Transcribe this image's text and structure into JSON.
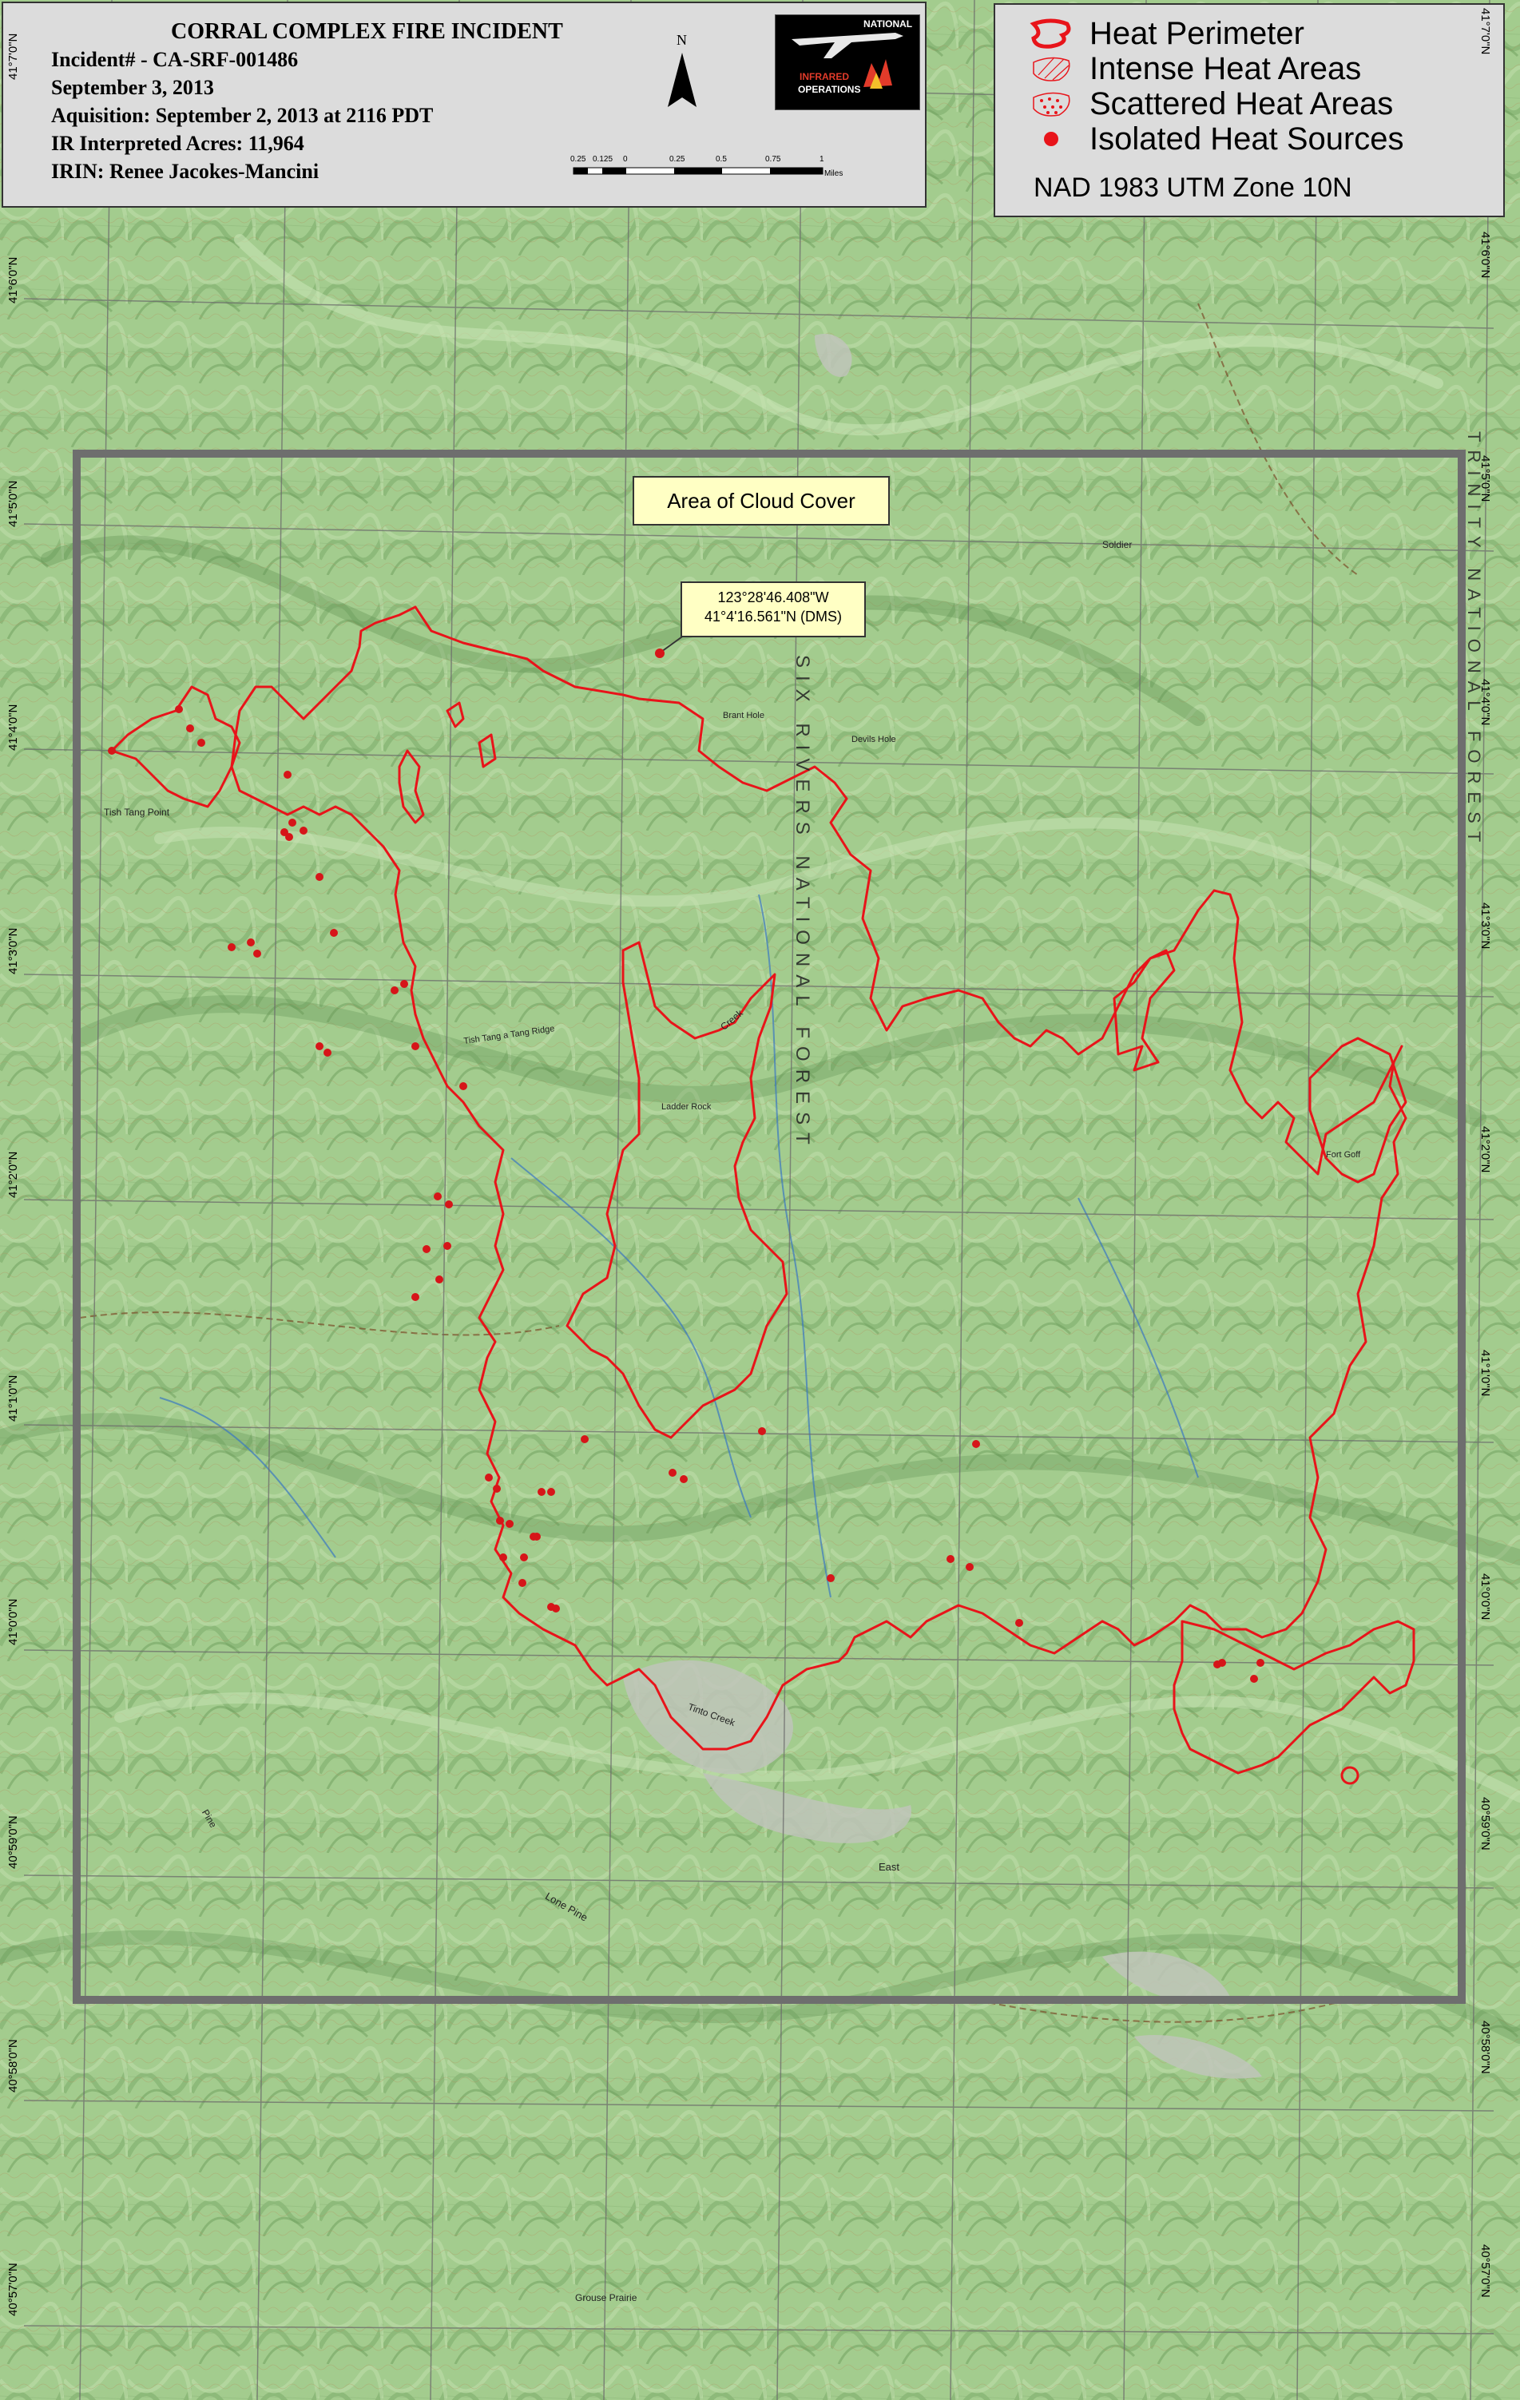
{
  "header": {
    "title": "CORRAL COMPLEX FIRE INCIDENT",
    "lines": [
      "Incident# - CA-SRF-001486",
      "September 3, 2013",
      "Aquisition: September 2, 2013 at 2116 PDT",
      "IR Interpreted Acres: 11,964",
      "IRIN: Renee Jacokes-Mancini"
    ],
    "north_label": "N",
    "logo": {
      "top_text": "NATIONAL",
      "middle_text": "INFRARED",
      "bottom_text": "OPERATIONS"
    },
    "scale": {
      "ticks": [
        "0.25",
        "0.125",
        "0",
        "0.25",
        "0.5",
        "0.75",
        "1"
      ],
      "unit": "Miles"
    }
  },
  "legend": {
    "items": [
      {
        "label": "Heat Perimeter",
        "symbol": "perimeter-icon"
      },
      {
        "label": "Intense Heat Areas",
        "symbol": "hatched-area-icon"
      },
      {
        "label": "Scattered Heat Areas",
        "symbol": "dotted-area-icon"
      },
      {
        "label": "Isolated Heat Sources",
        "symbol": "heat-point-icon"
      }
    ],
    "crs": "NAD 1983 UTM Zone 10N",
    "perimeter_color": "#e8141a"
  },
  "annotations": {
    "cloud_cover": "Area of Cloud Cover",
    "callout_lon": "123°28'46.408\"W",
    "callout_lat": "41°4'16.561\"N (DMS)"
  },
  "graticule": {
    "lat_labels": [
      "41°7'0\"N",
      "41°6'0\"N",
      "41°5'0\"N",
      "41°4'0\"N",
      "41°3'0\"N",
      "41°2'0\"N",
      "41°1'0\"N",
      "41°0'0\"N",
      "40°59'0\"N",
      "40°58'0\"N",
      "40°57'0\"N"
    ]
  },
  "map_labels": {
    "forest_names": [
      "SIX RIVERS NATIONAL FOREST",
      "TRINITY NATIONAL FOREST"
    ],
    "places": [
      "Tish Tang Point",
      "Soldier",
      "Devils Hole",
      "Brant Hole",
      "Lone Pine",
      "Grouse Prairie",
      "Tish Tang a Tang Ridge",
      "Ladder Rock",
      "Fort Goff",
      "Tinto Creek",
      "East",
      "Pine",
      "Creek"
    ]
  },
  "colors": {
    "terrain_base": "#9fc98a",
    "terrain_dark": "#6f9f63",
    "graticule": "#6b6b6b",
    "cloud_box": "#6e6e6e",
    "perimeter": "#e8141a",
    "heat_point": "#d61519"
  }
}
